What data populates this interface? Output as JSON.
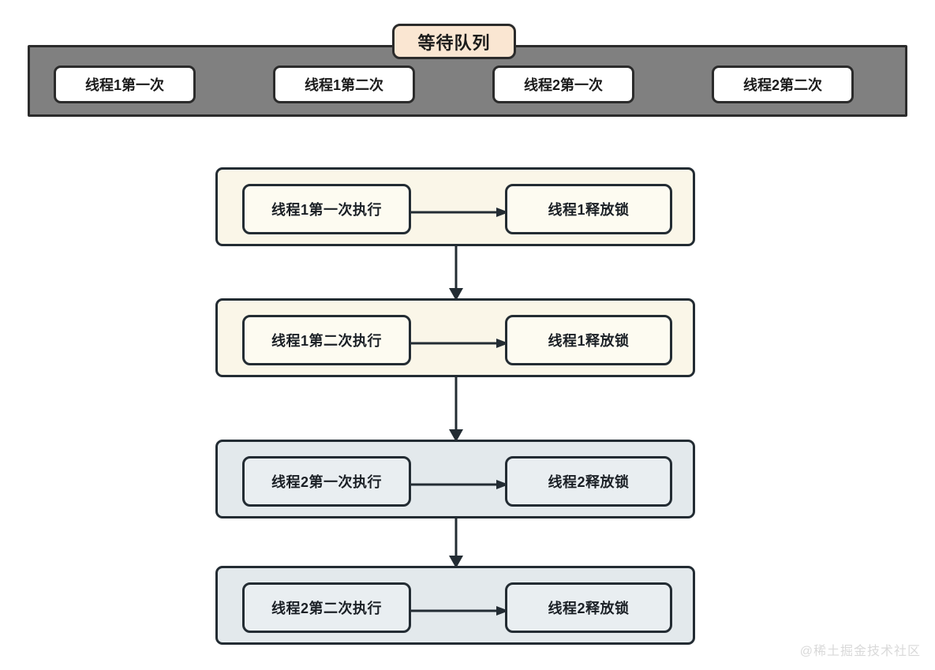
{
  "diagram": {
    "title_label": "等待队列",
    "queue": {
      "name": "waiting-queue",
      "background_color": "#808080",
      "label_background_color": "#fae6d2",
      "items": [
        {
          "label": "线程1第一次"
        },
        {
          "label": "线程1第二次"
        },
        {
          "label": "线程2第一次"
        },
        {
          "label": "线程2第二次"
        }
      ]
    },
    "flow": {
      "groups": [
        {
          "theme": "cream",
          "color": "#faf6e8",
          "execute": "线程1第一次执行",
          "release": "线程1释放锁"
        },
        {
          "theme": "cream",
          "color": "#faf6e8",
          "execute": "线程1第二次执行",
          "release": "线程1释放锁"
        },
        {
          "theme": "steel",
          "color": "#e3e9ec",
          "execute": "线程2第一次执行",
          "release": "线程2释放锁"
        },
        {
          "theme": "steel",
          "color": "#e3e9ec",
          "execute": "线程2第二次执行",
          "release": "线程2释放锁"
        }
      ]
    },
    "watermark": "@稀土掘金技术社区",
    "colors": {
      "stroke": "#232c33",
      "text": "#1b2026",
      "queue_box": "#ffffff",
      "watermark": "#d9d9d9"
    }
  }
}
